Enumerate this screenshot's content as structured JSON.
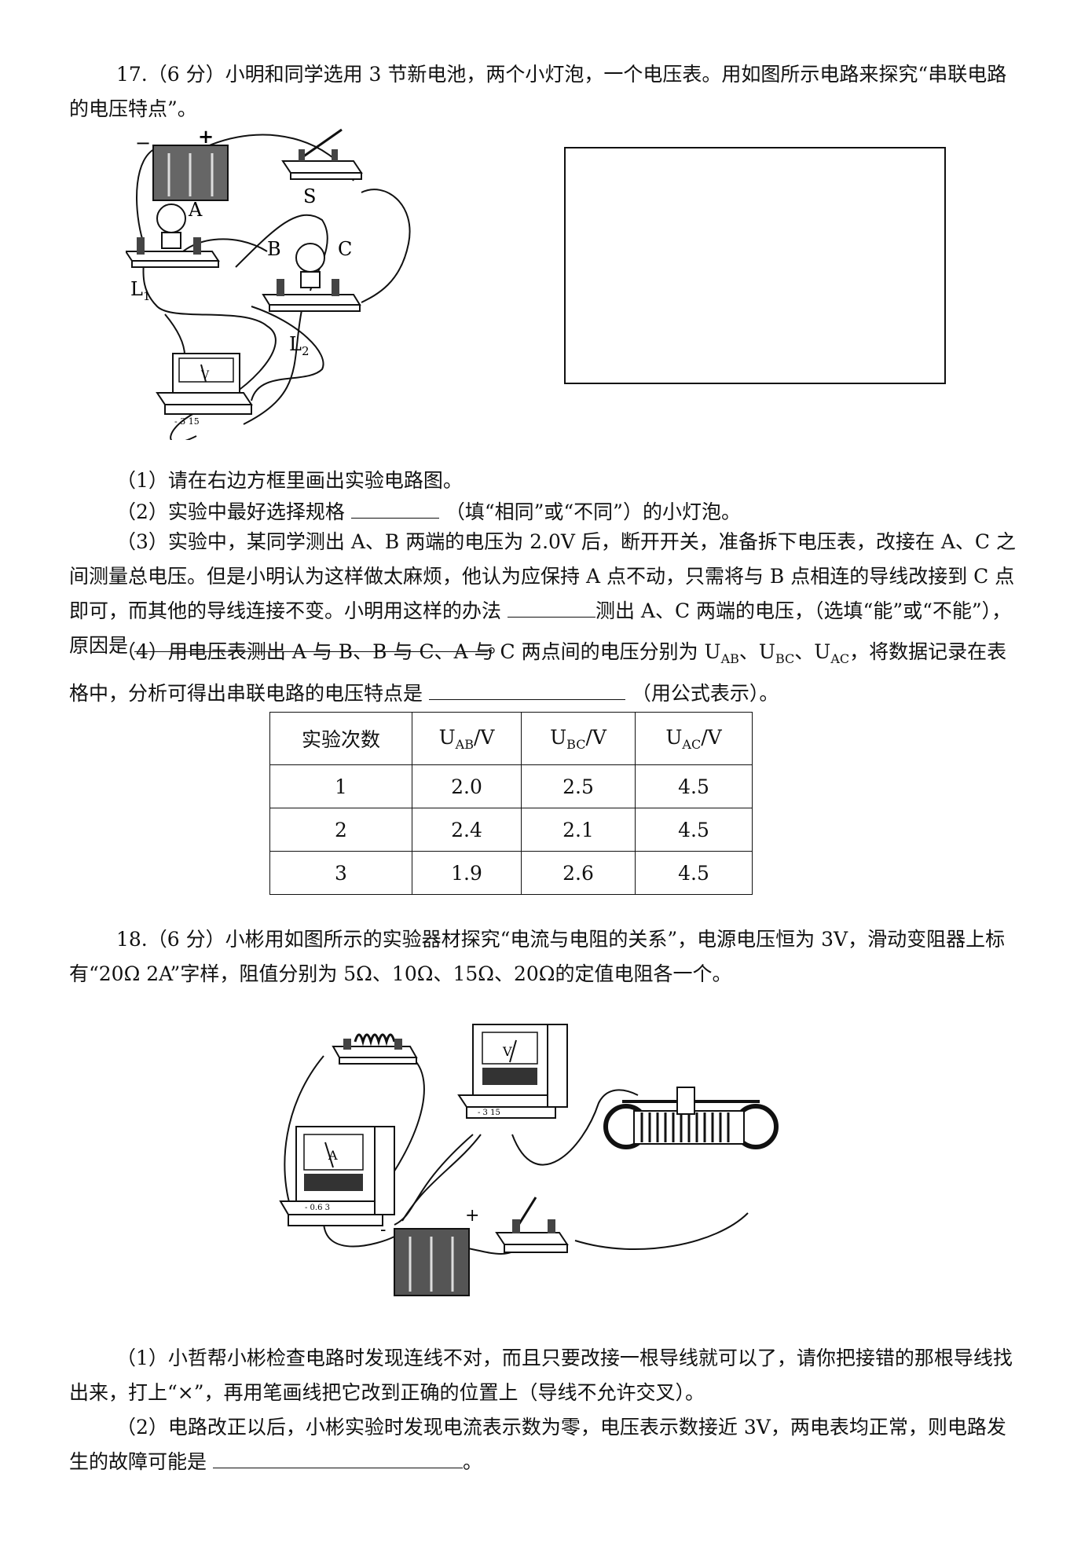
{
  "q17": {
    "intro": "17.（6 分）小明和同学选用 3 节新电池，两个小灯泡，一个电压表。用如图所示电路来探究“串联电路的电压特点”。",
    "figure_labels": {
      "minus": "−",
      "plus": "+",
      "switch": "S",
      "point_a": "A",
      "point_b": "B",
      "point_c": "C",
      "lamp1": "L",
      "lamp1_sub": "1",
      "lamp2": "L",
      "lamp2_sub": "2",
      "meter": "V",
      "terminals": "-  3  15"
    },
    "p1": "（1）请在右边方框里画出实验电路图。",
    "p2_a": "（2）实验中最好选择规格",
    "p2_b": "（填“相同”或“不同”）的小灯泡。",
    "p3_a": "（3）实验中，某同学测出 A、B 两端的电压为 2.0V 后，断开开关，准备拆下电压表，改接在 A、C 之间测量总电压。但是小明认为这样做太麻烦，他认为应保持 A 点不动，只需将与 B 点相连的导线改接到 C 点即可，而其他的导线连接不变。小明用这样的办法",
    "p3_b": "测出 A、C 两端的电压，（选填“能”或“不能”），原因是",
    "p3_c": "。",
    "p4_a": "（4）用电压表测出 A 与 B、B 与 C、A 与 C 两点间的电压分别为 U",
    "p4_ab": "AB",
    "p4_sep1": "、U",
    "p4_bc": "BC",
    "p4_sep2": "、U",
    "p4_ac": "AC",
    "p4_b": "，将数据记录在表格中，分析可得出串联电路的电压特点是",
    "p4_c": "（用公式表示）。",
    "table": {
      "header": {
        "col0": "实验次数",
        "u": "U",
        "ab": "AB",
        "bc": "BC",
        "ac": "AC",
        "unit": "/V"
      },
      "rows": [
        [
          "1",
          "2.0",
          "2.5",
          "4.5"
        ],
        [
          "2",
          "2.4",
          "2.1",
          "4.5"
        ],
        [
          "3",
          "1.9",
          "2.6",
          "4.5"
        ]
      ]
    }
  },
  "q18": {
    "intro": "18.（6 分）小彬用如图所示的实验器材探究“电流与电阻的关系”，电源电压恒为 3V，滑动变阻器上标有“20Ω 2A”字样，阻值分别为 5Ω、10Ω、15Ω、20Ω的定值电阻各一个。",
    "figure_labels": {
      "voltmeter": "V",
      "ammeter": "A",
      "minus": "-",
      "plus": "+",
      "v_terminals": "-  3  15",
      "a_terminals": "- 0.6  3"
    },
    "p1": "（1）小哲帮小彬检查电路时发现连线不对，而且只要改接一根导线就可以了，请你把接错的那根导线找出来，打上“×”，再用笔画线把它改到正确的位置上（导线不允许交叉）。",
    "p2_a": "（2）电路改正以后，小彬实验时发现电流表示数为零，电压表示数接近 3V，两电表均正常，则电路发生的故障可能是",
    "p2_b": "。"
  }
}
